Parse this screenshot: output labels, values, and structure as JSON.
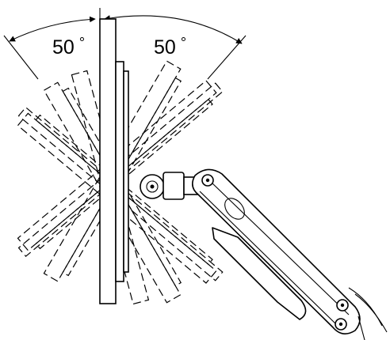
{
  "angles": {
    "left": {
      "value": 50,
      "label": "50",
      "unit": "°"
    },
    "right": {
      "value": 50,
      "label": "50",
      "unit": "°"
    }
  },
  "colors": {
    "line": "#000000",
    "background": "#ffffff"
  }
}
